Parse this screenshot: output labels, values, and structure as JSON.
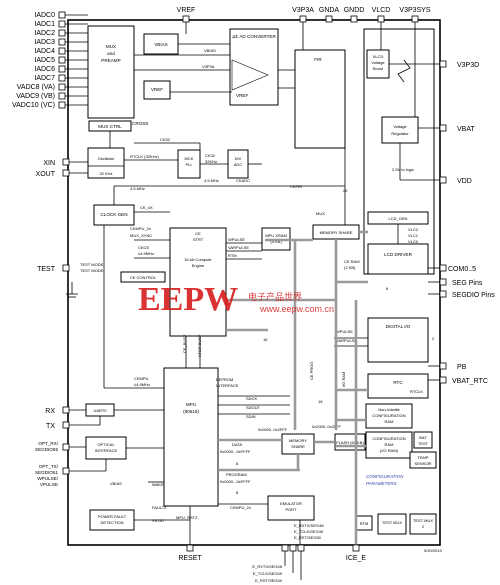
{
  "top_pins": [
    "VREF",
    "V3P3A",
    "GNDA",
    "GNDD",
    "VLCD",
    "V3P3SYS"
  ],
  "left_pins": [
    "IADC0",
    "IADC1",
    "IADC2",
    "IADC3",
    "IADC4",
    "IADC5",
    "IADC6",
    "IADC7",
    "VADC8 (VA)",
    "VADC9 (VB)",
    "VADC10 (VC)"
  ],
  "left_io": {
    "xin": "XIN",
    "xout": "XOUT",
    "test": "TEST",
    "test_mode": "TEST MODE",
    "rx": "RX",
    "tx": "TX",
    "opt_rx": [
      "OPT_RX/",
      "SEGDIO55"
    ],
    "opt_tx": [
      "OPT_TX/",
      "SEGDIO51",
      "WPULSE/",
      "VPULSE"
    ]
  },
  "right_pins": {
    "v3p3d": "V3P3D",
    "vbat": "VBAT",
    "vdd": "VDD",
    "com": "COM0..5",
    "seg": "SEG Pins",
    "segdio": "SEGDIO Pins",
    "pb": "PB",
    "vbat_rtc": "VBAT_RTC"
  },
  "bottom_pins": [
    "RESET",
    "ICE_E"
  ],
  "bottom_ice_pins": [
    "E_RXTX/SEG48",
    "E_TCLK/SEG49",
    "E_RST/SEG50"
  ],
  "blocks": {
    "mux_preamp": [
      "MUX",
      "and",
      "PREAMP"
    ],
    "vbias_left": "VBIAS",
    "adc": "ΔΣ AD CONVERTER",
    "vref_small": "VREF",
    "vref_in": "VREF",
    "fir": "FIR",
    "vlcd_boost": [
      "VLCD",
      "Voltage",
      "Boost"
    ],
    "voltage_regulator": [
      "Voltage",
      "Regulator"
    ],
    "to_logic": "2.5V to logic",
    "mux_ctrl": "MUX CTRL",
    "oscillator": [
      "Oscillator",
      "32 KHz"
    ],
    "mck_pll": [
      "MCK",
      "PLL"
    ],
    "div_adc": [
      "DIV",
      "ADC"
    ],
    "clock_gen": "CLOCK GEN",
    "ce_strt": [
      "CE",
      "STRT"
    ],
    "ce_engine": [
      "32-bit Compute",
      "Engine"
    ],
    "mpu_xram": [
      "MPU XRAM",
      "(5 KB)"
    ],
    "memory_share_top": "MEMORY SHARE",
    "lcd_gen": "LCD_GEN",
    "lcd_driver": "LCD DRIVER",
    "ce_control": "CE CONTROL",
    "digital_io": "DIGITAL I/O",
    "rtc": "RTC",
    "nv_ram": [
      "Non-Volatile",
      "CONFIGURATION",
      "RAM"
    ],
    "config_ram": [
      "CONFIGURATION",
      "RAM",
      "(I/O RAM)"
    ],
    "bat_test": [
      "BAT",
      "TEST"
    ],
    "temp_sensor": [
      "TEMP",
      "SENSOR"
    ],
    "uart0": "UART0",
    "optical_interface": [
      "OPTICAL",
      "INTERFACE"
    ],
    "mpu": [
      "MPU",
      "(80515)"
    ],
    "memory_share_bottom": [
      "MEMORY",
      "SHARE"
    ],
    "flash": "FLASH (64 KB)",
    "power_fault": [
      "POWER FAULT",
      "DETECTION"
    ],
    "emulator_port": [
      "EMULATOR",
      "PORT"
    ],
    "rtm": "RTM",
    "test_mux": "TEST MUX",
    "test_mux2": [
      "TEST MUX",
      "2"
    ]
  },
  "signals": {
    "vbias": "VBIAS",
    "v3p3a": "V3P3A",
    "cross": "CROSS",
    "ck32": "CK32",
    "rtclk": "RTCLK (32KHz)",
    "ck32_2": [
      "CK32",
      "32KHz"
    ],
    "freq_45": "4.5 MHz",
    "ckadc": "CKADC",
    "ckfir": "CKFIR",
    "ck_4x": "CK_4X",
    "ckmpu_2x": "CKMPU_2x",
    "mux_sync": "MUX_SYNC",
    "ckce": [
      "CKCE",
      "≤4.9MHz"
    ],
    "wpulse": "WPULSE",
    "varpulse": "VARPULSE",
    "rtm_sig": "RTM",
    "mux": "MUX",
    "ce_ram": [
      "CE RAM",
      "(2 KB)"
    ],
    "ce_busy": "CE_BUSY",
    "xfer_busy": "XFER BUSY",
    "eeprom": [
      "EEPROM",
      "INTERFACE"
    ],
    "sdck": "SDCK",
    "sdout": "SDOUT",
    "sdin": "SDIN",
    "ckmpu": [
      "CKMPU",
      "≤4.9MHz"
    ],
    "data": [
      "DATA",
      "0x0000...0xFFFF"
    ],
    "program": [
      "PROGRAM",
      "0x0000...0xFFFF"
    ],
    "addr1": "0x0000..0x2FFF",
    "addr2": "0x2000..0x20FF",
    "io_ram": "I/O RAM",
    "wake": "WAKE",
    "faultz": "FAULTZ",
    "vstat": "VSTAT",
    "mpu_rstz": "MPU_RSTZ",
    "ckmpu_2x_b": "CKMPU_2x",
    "ce_prog": "CE PROG",
    "vlc2": "VLC2",
    "vlc1": "VLC1",
    "vlc0": "VLC0",
    "rtclk_b": "RTCLK",
    "num_16": "16",
    "num_16b": "16",
    "num_22": "22",
    "num_6": "6",
    "num_2": "2",
    "num_8": "8",
    "num_8b": "8",
    "cover_text": [
      "CONFIGURATION",
      "PARAMETERS"
    ],
    "date": "9/20/2010"
  },
  "watermark": {
    "main": "EEPW",
    "cn": "电子产品世界",
    "url": "www.eepw.com.cn"
  }
}
